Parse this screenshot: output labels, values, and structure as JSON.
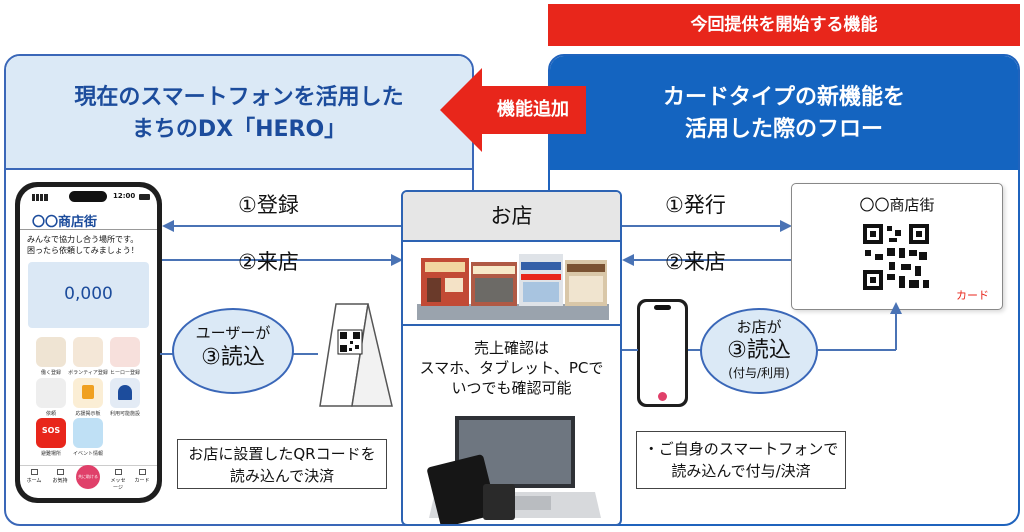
{
  "banner": {
    "new_feature": "今回提供を開始する機能"
  },
  "left_panel": {
    "title_line1": "現在のスマートフォンを活用した",
    "title_line2": "まちのDX「HERO」"
  },
  "right_panel": {
    "title_line1": "カードタイプの新機能を",
    "title_line2": "活用した際のフロー"
  },
  "arrow_badge": "機能追加",
  "phone_app": {
    "status_bar_time": "12:00",
    "brand": "〇〇商店街",
    "intro_line1": "みんなで協力し合う場所です。",
    "intro_line2": "困ったら依頼してみましょう！",
    "balance": "0,000",
    "tiles": [
      "働く登録",
      "ボランティア登録",
      "ヒーロー登録",
      "依頼",
      "応援掲示板",
      "利用可能施設",
      "避難場所",
      "イベント情報"
    ],
    "sos_badge": "SOS",
    "nav": [
      "ホーム",
      "お気持",
      "共に助ける",
      "メッセージ",
      "カード"
    ]
  },
  "left_flow": {
    "register": "①登録",
    "visit": "②来店"
  },
  "left_bubble": {
    "line1": "ユーザーが",
    "line2": "③読込"
  },
  "left_note": {
    "line1": "お店に設置したQRコードを",
    "line2": "読み込んで決済"
  },
  "shop": {
    "title": "お店",
    "sales_line1": "売上確認は",
    "sales_line2": "スマホ、タブレット、PCで",
    "sales_line3": "いつでも確認可能"
  },
  "right_flow": {
    "issue": "①発行",
    "visit": "②来店"
  },
  "card": {
    "title": "〇〇商店街",
    "tag": "カード"
  },
  "right_bubble": {
    "line1": "お店が",
    "line2": "③読込",
    "line3": "(付与/利用)"
  },
  "right_note": {
    "line1": "・ご自身のスマートフォンで",
    "line2": "読み込んで付与/決済"
  },
  "colors": {
    "accent_blue": "#1464c0",
    "light_blue": "#dbe9f6",
    "red": "#e8261b",
    "flow_arrow": "#4a73b5"
  }
}
